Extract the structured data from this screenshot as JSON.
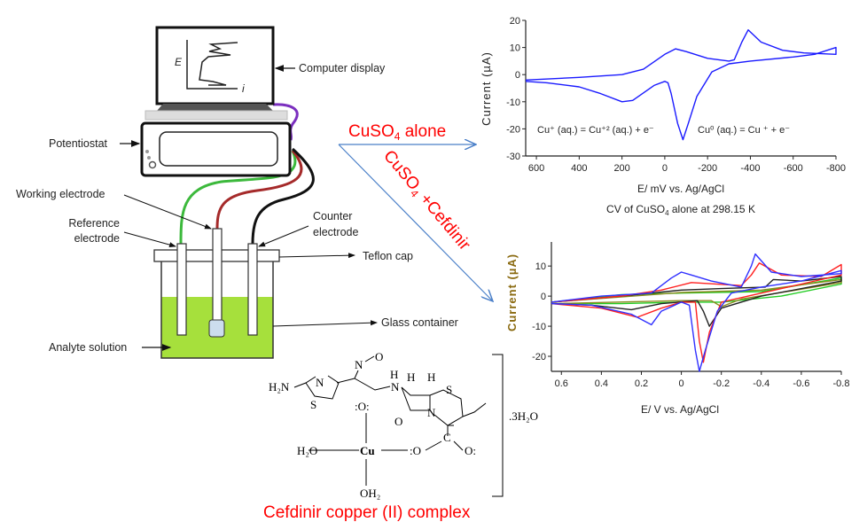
{
  "apparatus": {
    "screen_axis_y": "E",
    "screen_axis_x": "i",
    "labels": {
      "computer_display": "Computer display",
      "potentiostat": "Potentiostat",
      "working_electrode": "Working electrode",
      "reference_electrode_1": "Reference",
      "reference_electrode_2": "electrode",
      "counter_electrode_1": "Counter",
      "counter_electrode_2": "electrode",
      "teflon_cap": "Teflon cap",
      "glass_container": "Glass container",
      "analyte_solution": "Analyte solution"
    },
    "colors": {
      "solution": "#a6e03c",
      "wire_ref": "#3cb93c",
      "wire_work": "#a52a2a",
      "wire_counter": "#111111",
      "wire_pc": "#7b2fbf"
    }
  },
  "flow": {
    "arrow_alone_label": "CuSO",
    "arrow_alone_sub": "4",
    "arrow_alone_rest": " alone",
    "arrow_cef_label": "CuSO",
    "arrow_cef_sub": "4",
    "arrow_cef_rest": " +Cefdinir",
    "arrow_color": "#4a7fc8",
    "label_color": "#ff0000"
  },
  "complex": {
    "title": "Cefdinir copper (II) complex",
    "hydrate": ".3H₂O",
    "atoms": {
      "h2n": "H₂N",
      "n_ring": "N",
      "s_ring": "S",
      "n_oxime": "N",
      "o_oxime": "O",
      "nh_h": "H",
      "nh_n": "N",
      "h1": "H",
      "h2": "H",
      "s2": "S",
      "n_lactam": "N",
      "o_lactam": "O",
      "o_enol": ":O:",
      "cu": "Cu",
      "h2o_left": "H₂O",
      "oh2_bottom": "OH₂",
      "o_carb1": ":O",
      "c_carb": "C",
      "o_carb2": "O:"
    }
  },
  "chart_data": [
    {
      "type": "line",
      "title": "CV of CuSO4 alone at 298.15 K",
      "xlabel": "E/ mV vs. Ag/AgCl",
      "ylabel": "Current (µA)",
      "xlim": [
        650,
        -800
      ],
      "ylim": [
        -30,
        20
      ],
      "xticks": [
        600,
        400,
        200,
        0,
        -200,
        -400,
        -600,
        -800
      ],
      "xtick_labels": [
        "600",
        "400",
        "200",
        "0",
        "-200",
        "-400",
        "-600",
        "-800"
      ],
      "yticks": [
        20,
        10,
        0,
        -10,
        -20,
        -30
      ],
      "ytick_labels": [
        "20",
        "10",
        "0",
        "-10",
        "-20",
        "-30"
      ],
      "annotations": [
        "Cu⁺ (aq.) = Cu⁺² (aq.) + e⁻",
        "Cu⁰ (aq.) = Cu ⁺ + e⁻"
      ],
      "caption_prefix": "CV of CuSO",
      "caption_sub": "4",
      "caption_rest": " alone at 298.15 K",
      "series": [
        {
          "name": "CuSO4",
          "color": "#1a1aff",
          "points": [
            [
              650,
              -2
            ],
            [
              400,
              -1
            ],
            [
              200,
              0
            ],
            [
              100,
              2
            ],
            [
              0,
              7.5
            ],
            [
              -50,
              9.5
            ],
            [
              -100,
              8.5
            ],
            [
              -200,
              6
            ],
            [
              -300,
              5
            ],
            [
              -325,
              5.5
            ],
            [
              -360,
              12
            ],
            [
              -390,
              16.5
            ],
            [
              -450,
              12
            ],
            [
              -550,
              9
            ],
            [
              -650,
              8
            ],
            [
              -800,
              7.5
            ],
            [
              -800,
              10
            ],
            [
              -700,
              7.5
            ],
            [
              -600,
              6.5
            ],
            [
              -400,
              5
            ],
            [
              -300,
              4
            ],
            [
              -220,
              1
            ],
            [
              -150,
              -8
            ],
            [
              -110,
              -18
            ],
            [
              -85,
              -24
            ],
            [
              -60,
              -18
            ],
            [
              -30,
              -7
            ],
            [
              -15,
              -3
            ],
            [
              0,
              -2.5
            ],
            [
              50,
              -4
            ],
            [
              150,
              -9.5
            ],
            [
              200,
              -10
            ],
            [
              300,
              -7
            ],
            [
              400,
              -4.5
            ],
            [
              550,
              -3
            ],
            [
              650,
              -2.5
            ]
          ]
        }
      ]
    },
    {
      "type": "line",
      "title": "",
      "xlabel": "E/ V vs. Ag/AgCl",
      "ylabel": "Current (µA)",
      "xlim": [
        0.65,
        -0.8
      ],
      "ylim": [
        -25,
        18
      ],
      "xticks": [
        0.6,
        0.4,
        0.2,
        0,
        -0.2,
        -0.4,
        -0.6,
        -0.8
      ],
      "xtick_labels": [
        "0.6",
        "0.4",
        "0.2",
        "0",
        "-0.2",
        "-0.4",
        "-0.6",
        "-0.8"
      ],
      "yticks": [
        10,
        0,
        -10,
        -20
      ],
      "ytick_labels": [
        "10",
        "0",
        "-10",
        "-20"
      ],
      "ylabel_color": "#8a6a10",
      "series": [
        {
          "name": "green",
          "color": "#22cc22",
          "points": [
            [
              0.65,
              -2
            ],
            [
              0.3,
              0.5
            ],
            [
              0,
              1
            ],
            [
              -0.4,
              1.5
            ],
            [
              -0.8,
              6
            ],
            [
              -0.8,
              4
            ],
            [
              -0.5,
              0
            ],
            [
              -0.2,
              -2
            ],
            [
              0,
              -2
            ],
            [
              0.3,
              -2.5
            ],
            [
              0.65,
              -2.5
            ]
          ]
        },
        {
          "name": "olive",
          "color": "#8a8a20",
          "points": [
            [
              0.65,
              -2
            ],
            [
              0,
              1.2
            ],
            [
              -0.4,
              2
            ],
            [
              -0.8,
              5.5
            ],
            [
              -0.8,
              4.5
            ],
            [
              -0.3,
              -1
            ],
            [
              -0.2,
              -3.5
            ],
            [
              -0.15,
              -1.5
            ],
            [
              0,
              -1.5
            ],
            [
              0.65,
              -2.5
            ]
          ]
        },
        {
          "name": "black",
          "color": "#222222",
          "points": [
            [
              0.65,
              -2
            ],
            [
              0.3,
              0
            ],
            [
              0,
              2
            ],
            [
              -0.2,
              2.5
            ],
            [
              -0.42,
              3
            ],
            [
              -0.46,
              5.5
            ],
            [
              -0.6,
              5
            ],
            [
              -0.8,
              6.5
            ],
            [
              -0.8,
              5
            ],
            [
              -0.4,
              0
            ],
            [
              -0.2,
              -4
            ],
            [
              -0.14,
              -10
            ],
            [
              -0.11,
              -5
            ],
            [
              -0.08,
              -1.5
            ],
            [
              0.1,
              -2.5
            ],
            [
              0.25,
              -4.5
            ],
            [
              0.45,
              -3
            ],
            [
              0.65,
              -2.5
            ]
          ]
        },
        {
          "name": "red",
          "color": "#ff2020",
          "points": [
            [
              0.65,
              -2
            ],
            [
              0.3,
              0
            ],
            [
              0.1,
              2
            ],
            [
              -0.05,
              4.5
            ],
            [
              -0.3,
              3.5
            ],
            [
              -0.35,
              7
            ],
            [
              -0.39,
              11
            ],
            [
              -0.5,
              7
            ],
            [
              -0.7,
              6.5
            ],
            [
              -0.8,
              10.5
            ],
            [
              -0.8,
              7
            ],
            [
              -0.6,
              4
            ],
            [
              -0.4,
              1
            ],
            [
              -0.2,
              -2
            ],
            [
              -0.14,
              -12
            ],
            [
              -0.11,
              -22
            ],
            [
              -0.09,
              -15
            ],
            [
              -0.07,
              -2
            ],
            [
              0,
              -2
            ],
            [
              0.1,
              -4
            ],
            [
              0.22,
              -7
            ],
            [
              0.4,
              -4
            ],
            [
              0.65,
              -2.5
            ]
          ]
        },
        {
          "name": "blue",
          "color": "#3030ff",
          "points": [
            [
              0.65,
              -2
            ],
            [
              0.4,
              0
            ],
            [
              0.15,
              1
            ],
            [
              0.05,
              6
            ],
            [
              0,
              8
            ],
            [
              -0.05,
              7
            ],
            [
              -0.15,
              5
            ],
            [
              -0.3,
              3
            ],
            [
              -0.35,
              10
            ],
            [
              -0.37,
              14
            ],
            [
              -0.45,
              8
            ],
            [
              -0.6,
              6.5
            ],
            [
              -0.8,
              7.5
            ],
            [
              -0.8,
              8.5
            ],
            [
              -0.6,
              5
            ],
            [
              -0.4,
              3
            ],
            [
              -0.25,
              1
            ],
            [
              -0.18,
              -5
            ],
            [
              -0.12,
              -18
            ],
            [
              -0.09,
              -25
            ],
            [
              -0.07,
              -18
            ],
            [
              -0.04,
              -3
            ],
            [
              0,
              -2
            ],
            [
              0.1,
              -5
            ],
            [
              0.15,
              -9.5
            ],
            [
              0.25,
              -6
            ],
            [
              0.45,
              -3
            ],
            [
              0.65,
              -2.5
            ]
          ]
        }
      ]
    }
  ]
}
